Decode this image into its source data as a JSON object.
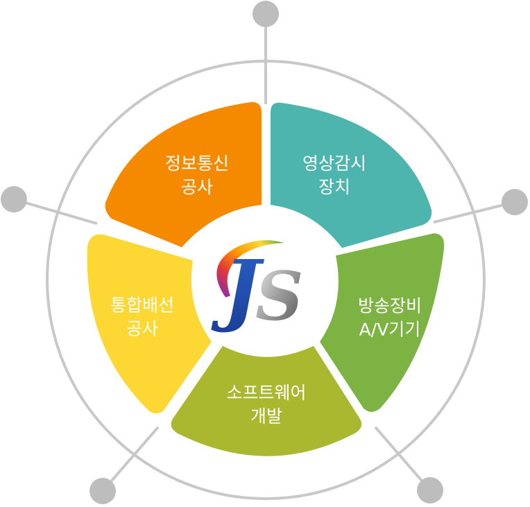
{
  "logo": {
    "letters": "JS"
  },
  "colors": {
    "ring": "#c8c8c8",
    "node": "#bdbdbd",
    "segment_top_left": "#f58a00",
    "segment_top_right": "#4db5ad",
    "segment_right": "#7cb342",
    "segment_bottom": "#aab82f",
    "segment_left": "#fdd835"
  },
  "segments": [
    {
      "id": "top-left",
      "lines": [
        "정보통신",
        "공사"
      ]
    },
    {
      "id": "top-right",
      "lines": [
        "영상감시",
        "장치"
      ]
    },
    {
      "id": "right",
      "lines": [
        "방송장비",
        "A/V기기"
      ]
    },
    {
      "id": "bottom",
      "lines": [
        "소프트웨어",
        "개발"
      ]
    },
    {
      "id": "left",
      "lines": [
        "통합배선",
        "공사"
      ]
    }
  ]
}
